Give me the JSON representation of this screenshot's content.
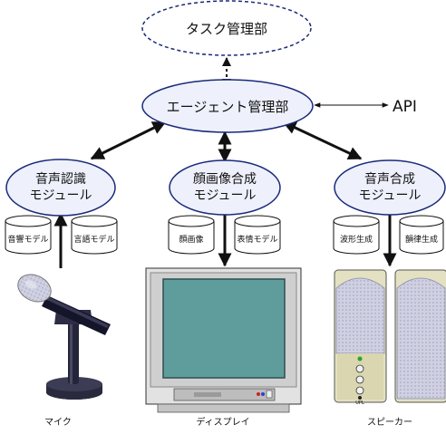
{
  "nodes": {
    "task_manager": "タスク管理部",
    "agent_manager": "エージェント管理部",
    "api": "API",
    "speech_recognition": {
      "line1": "音声認識",
      "line2": "モジュール"
    },
    "face_synthesis": {
      "line1": "顔画像合成",
      "line2": "モジュール"
    },
    "speech_synthesis": {
      "line1": "音声合成",
      "line2": "モジュール"
    }
  },
  "databases": {
    "acoustic_model": "音響モデル",
    "language_model": "言語モデル",
    "face_image": "顔画像",
    "expression_model": "表情モデル",
    "waveform_generation": "波形生成",
    "prosody_generation": "韻律生成"
  },
  "devices": {
    "microphone": "マイク",
    "display": "ディスプレイ",
    "speaker": "スピーカー"
  },
  "speaker_panel_label": "UPL",
  "colors": {
    "node_fill": "#eef0fb",
    "node_stroke": "#1a2a7a",
    "screen": "#5f9d9d",
    "speaker_body": "#e3e1c1",
    "speaker_grille": "#c9c9dd"
  }
}
